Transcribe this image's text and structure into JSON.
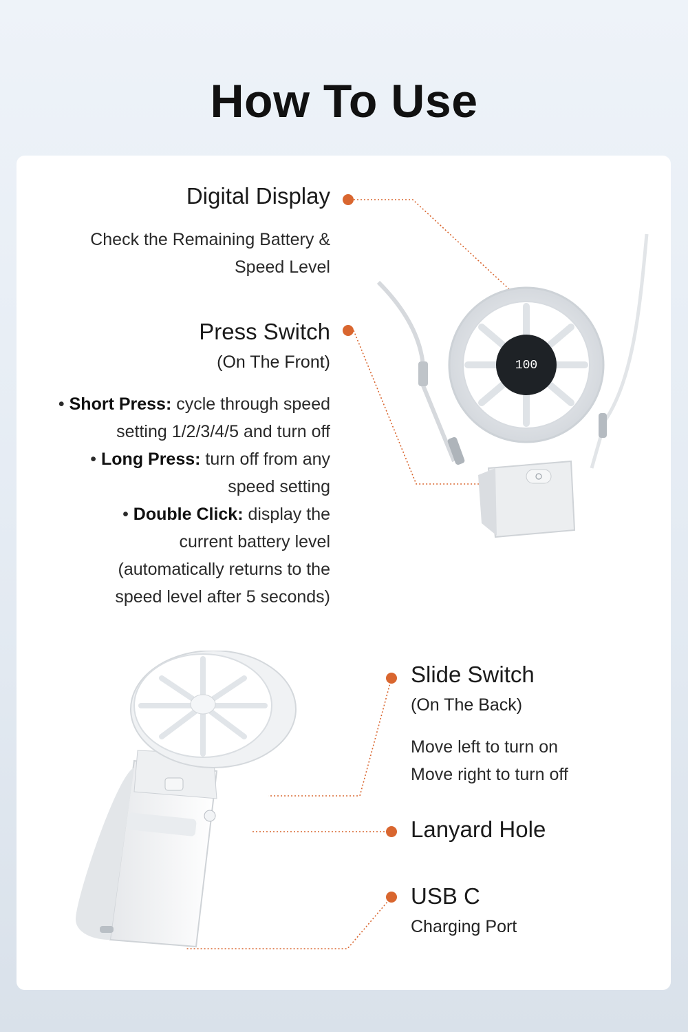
{
  "title": "How To Use",
  "colors": {
    "accent": "#d9662f",
    "card": "#ffffff"
  },
  "features": {
    "digital_display": {
      "heading": "Digital Display",
      "line1": "Check the Remaining Battery &",
      "line2": "Speed Level"
    },
    "press_switch": {
      "heading": "Press Switch",
      "sub": "(On The Front)",
      "short_label": "Short Press:",
      "short_text1": " cycle through speed",
      "short_text2": "setting 1/2/3/4/5 and turn off",
      "long_label": "Long Press:",
      "long_text1": " turn off from any",
      "long_text2": "speed setting",
      "double_label": "Double Click:",
      "double_text1": " display the",
      "double_text2": "current battery level",
      "double_text3": "(automatically returns to the",
      "double_text4": "speed level after 5 seconds)"
    },
    "slide_switch": {
      "heading": "Slide Switch",
      "sub": "(On The Back)",
      "line1": "Move left to turn on",
      "line2": "Move right to turn off"
    },
    "lanyard_hole": {
      "heading": "Lanyard Hole"
    },
    "usb_c": {
      "heading": "USB C",
      "sub": "Charging Port"
    }
  },
  "product": {
    "display_reading": "100"
  }
}
